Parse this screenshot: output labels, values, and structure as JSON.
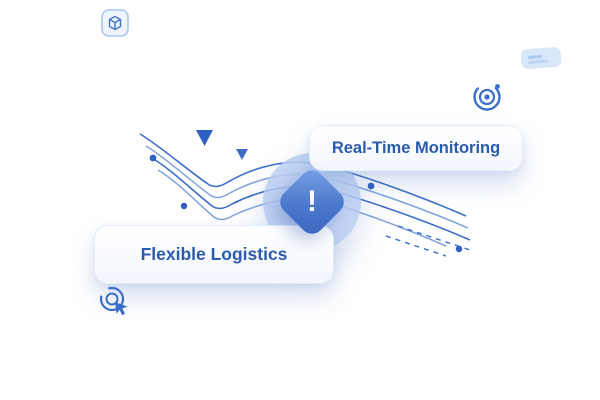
{
  "illustration": {
    "cards": [
      {
        "id": "real-time-monitoring",
        "label": "Real-Time Monitoring"
      },
      {
        "id": "flexible-logistics",
        "label": "Flexible Logistics"
      }
    ],
    "alert_badge": {
      "symbol": "!"
    },
    "icons": {
      "center": "alert-diamond-icon",
      "top_left": "package-icon",
      "top_right": "tag-icon",
      "right": "target-icon",
      "bottom_left": "cursor-click-icon"
    },
    "colors": {
      "accent_blue": "#2f5fc0",
      "line_blue": "#3b6fc9",
      "light_line_blue": "#7fa4dd",
      "card_text": "#2a5cae",
      "badge_fill": "#4a78cd",
      "halo_fill": "#b9cdf0",
      "card_border": "#e4edfb"
    }
  }
}
